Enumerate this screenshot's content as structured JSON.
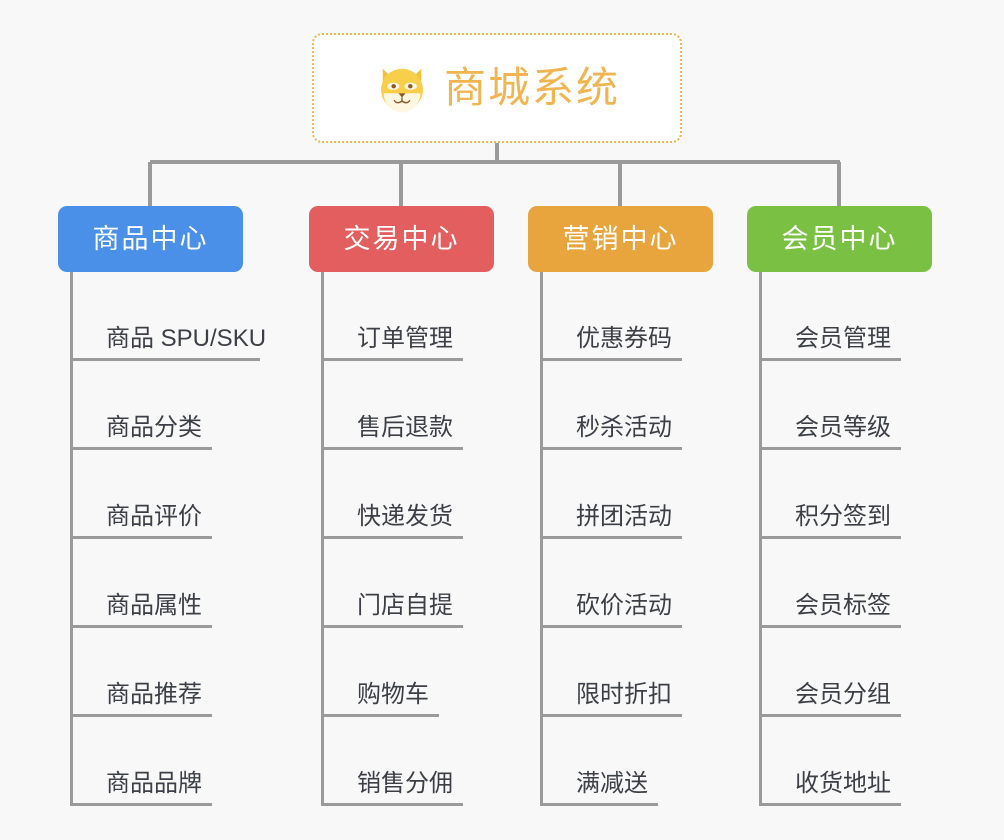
{
  "diagram": {
    "title": "商城系统",
    "background_color": "#f8f8f8",
    "root": {
      "label": "商城系统",
      "icon": "shiba-dog-face-icon",
      "text_color": "#f0b450",
      "border_color": "#f0b450",
      "background_color": "#ffffff"
    },
    "connector_color": "#9a9a9a",
    "branches": [
      {
        "label": "商品中心",
        "color": "#4a90e8",
        "items": [
          "商品 SPU/SKU",
          "商品分类",
          "商品评价",
          "商品属性",
          "商品推荐",
          "商品品牌"
        ]
      },
      {
        "label": "交易中心",
        "color": "#e35e5e",
        "items": [
          "订单管理",
          "售后退款",
          "快递发货",
          "门店自提",
          "购物车",
          "销售分佣"
        ]
      },
      {
        "label": "营销中心",
        "color": "#e8a53d",
        "items": [
          "优惠券码",
          "秒杀活动",
          "拼团活动",
          "砍价活动",
          "限时折扣",
          "满减送"
        ]
      },
      {
        "label": "会员中心",
        "color": "#7ac143",
        "items": [
          "会员管理",
          "会员等级",
          "积分签到",
          "会员标签",
          "会员分组",
          "收货地址"
        ]
      }
    ]
  }
}
